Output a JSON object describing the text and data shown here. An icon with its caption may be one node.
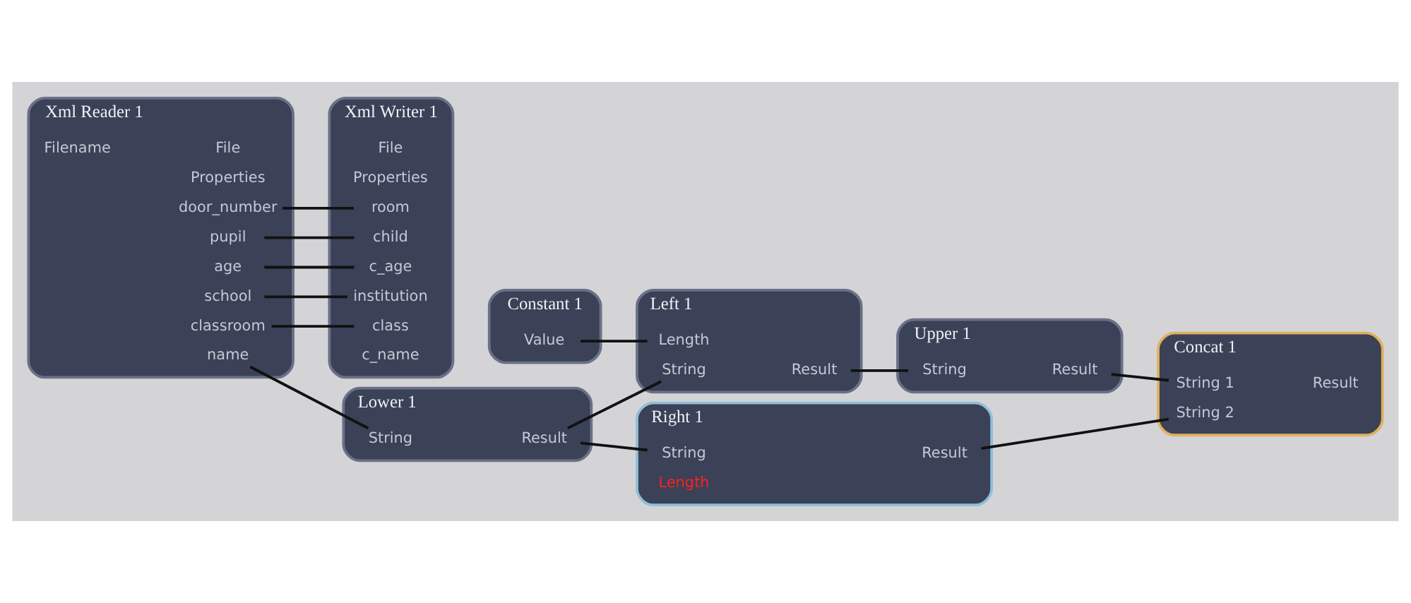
{
  "diagram": {
    "nodes": [
      {
        "text": [
          "Xml Reader 1"
        ]
      },
      {
        "text": [
          "Filename"
        ],
        "in": 0
      },
      {
        "text": [
          "File"
        ],
        "in": 0
      },
      {
        "text": [
          "Properties"
        ],
        "in": 0
      },
      {
        "text": [
          "school"
        ],
        "in": 0
      },
      {
        "text": [
          "classroom"
        ],
        "in": 0
      },
      {
        "text": [
          "door_number"
        ],
        "in": 0
      },
      {
        "text": [
          "pupil"
        ],
        "in": 0
      },
      {
        "text": [
          "name"
        ],
        "in": 0
      },
      {
        "text": [
          "age"
        ],
        "in": 0
      },
      {
        "text": [
          "Xml Writer 1"
        ]
      },
      {
        "text": [
          "File"
        ],
        "in": 10
      },
      {
        "text": [
          "Properties"
        ],
        "in": 10
      },
      {
        "text": [
          "institution"
        ],
        "in": 10
      },
      {
        "text": [
          "class"
        ],
        "in": 10
      },
      {
        "text": [
          "room"
        ],
        "in": 10
      },
      {
        "text": [
          "child"
        ],
        "in": 10
      },
      {
        "text": [
          "c_age"
        ],
        "in": 10
      },
      {
        "text": [
          "c_name"
        ],
        "in": 10
      },
      {
        "text": [
          "Constant 1"
        ]
      },
      {
        "text": [
          "Value"
        ],
        "in": 19
      },
      {
        "text": [
          "Left 1"
        ]
      },
      {
        "text": [
          "String"
        ],
        "in": 21
      },
      {
        "text": [
          "Length"
        ],
        "in": 21
      },
      {
        "text": [
          "Result"
        ],
        "in": 21
      },
      {
        "text": [
          "Lower 1"
        ]
      },
      {
        "text": [
          "String"
        ],
        "in": 25
      },
      {
        "text": [
          "Result"
        ],
        "in": 25
      },
      {
        "text": [
          "Upper 1"
        ]
      },
      {
        "text": [
          "String"
        ],
        "in": 28
      },
      {
        "text": [
          "Result"
        ],
        "in": 28
      },
      {
        "text": [
          "Right 1"
        ]
      },
      {
        "text": [
          "String"
        ],
        "in": 31
      },
      {
        "text": [
          "Length"
        ],
        "in": 31
      },
      {
        "text": [
          "Result"
        ],
        "in": 31
      },
      {
        "text": [
          "Concat 1"
        ]
      },
      {
        "text": [
          "String 1"
        ],
        "in": 35
      },
      {
        "text": [
          "String 2"
        ],
        "in": 35
      },
      {
        "text": [
          "Result"
        ],
        "in": 35
      }
    ],
    "edges": [
      {
        "from": 4,
        "to": 13,
        "arrow": "none"
      },
      {
        "from": 5,
        "to": 14,
        "arrow": "none"
      },
      {
        "from": 6,
        "to": 15,
        "arrow": "none"
      },
      {
        "from": 7,
        "to": 16,
        "arrow": "none"
      },
      {
        "from": 9,
        "to": 17,
        "arrow": "none"
      },
      {
        "from": 8,
        "to": 26,
        "arrow": "none"
      },
      {
        "from": 27,
        "to": 22,
        "arrow": "none"
      },
      {
        "from": 20,
        "to": 23,
        "arrow": "none"
      },
      {
        "from": 27,
        "to": 32,
        "arrow": "none"
      },
      {
        "from": 24,
        "to": 29,
        "arrow": "none"
      },
      {
        "from": 30,
        "to": 36,
        "arrow": "none"
      },
      {
        "from": 34,
        "to": 37,
        "arrow": "none"
      }
    ]
  }
}
